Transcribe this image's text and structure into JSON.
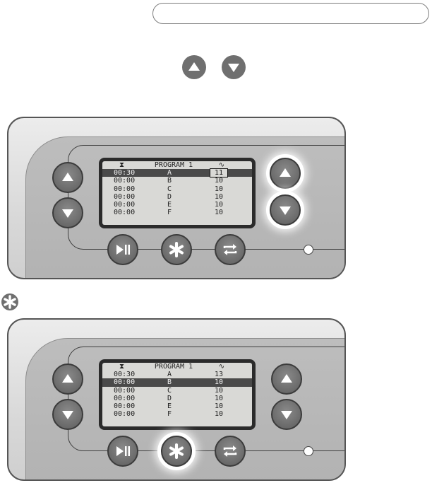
{
  "screens": [
    {
      "title": "PROGRAM 1",
      "rows": [
        {
          "time": "00:30",
          "letter": "A",
          "value": "11"
        },
        {
          "time": "00:00",
          "letter": "B",
          "value": "10"
        },
        {
          "time": "00:00",
          "letter": "C",
          "value": "10"
        },
        {
          "time": "00:00",
          "letter": "D",
          "value": "10"
        },
        {
          "time": "00:00",
          "letter": "E",
          "value": "10"
        },
        {
          "time": "00:00",
          "letter": "F",
          "value": "10"
        }
      ]
    },
    {
      "title": "PROGRAM 1",
      "rows": [
        {
          "time": "00:30",
          "letter": "A",
          "value": "13"
        },
        {
          "time": "00:00",
          "letter": "B",
          "value": "10"
        },
        {
          "time": "00:00",
          "letter": "C",
          "value": "10"
        },
        {
          "time": "00:00",
          "letter": "D",
          "value": "10"
        },
        {
          "time": "00:00",
          "letter": "E",
          "value": "10"
        },
        {
          "time": "00:00",
          "letter": "F",
          "value": "10"
        }
      ]
    }
  ],
  "icons": {
    "timer": "hourglass-icon",
    "wave": "sine-wave-icon",
    "up": "up-arrow-icon",
    "down": "down-arrow-icon",
    "play_pause": "play-pause-icon",
    "star": "asterisk-icon",
    "repeat": "repeat-icon"
  },
  "colors": {
    "button": "#6f6f6f",
    "lcd_background": "#d9d9d6",
    "lcd_highlight": "#4a4a4a"
  }
}
